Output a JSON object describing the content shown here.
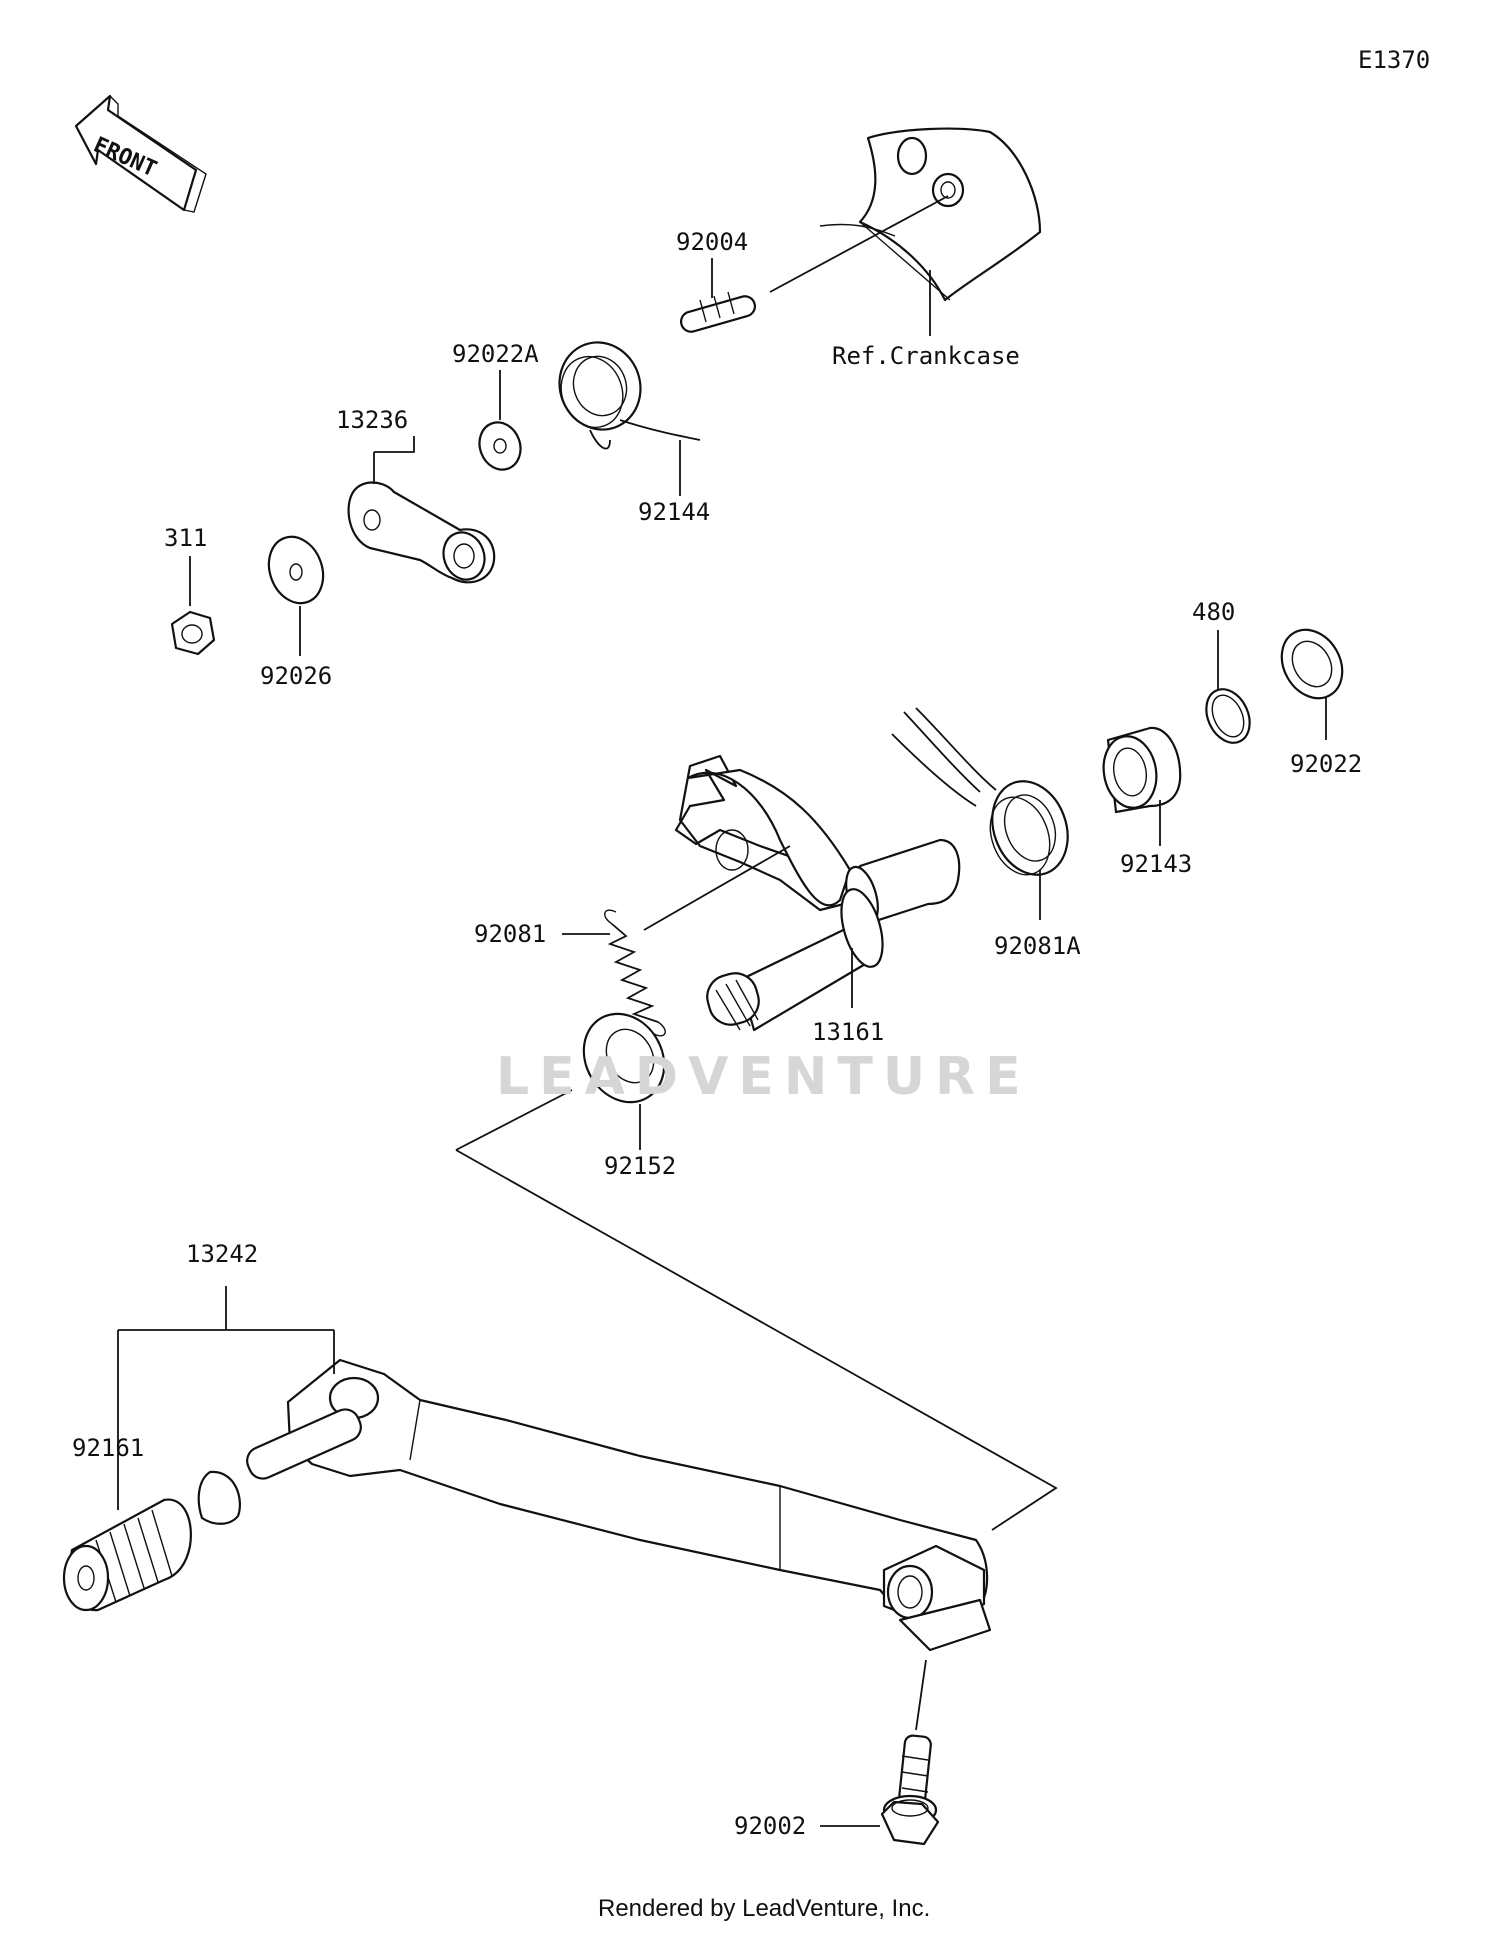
{
  "diagram_code": "E1370",
  "front_label": "FRONT",
  "reference_label": "Ref.Crankcase",
  "watermark": "LEADVENTURE",
  "footer": "Rendered by LeadVenture, Inc.",
  "parts": {
    "p92004": "92004",
    "p92022A": "92022A",
    "p13236": "13236",
    "p92144": "92144",
    "p311": "311",
    "p92026": "92026",
    "p480": "480",
    "p92022": "92022",
    "p92143": "92143",
    "p92081": "92081",
    "p92081A": "92081A",
    "p13161": "13161",
    "p92152": "92152",
    "p13242": "13242",
    "p92161": "92161",
    "p92002": "92002"
  }
}
